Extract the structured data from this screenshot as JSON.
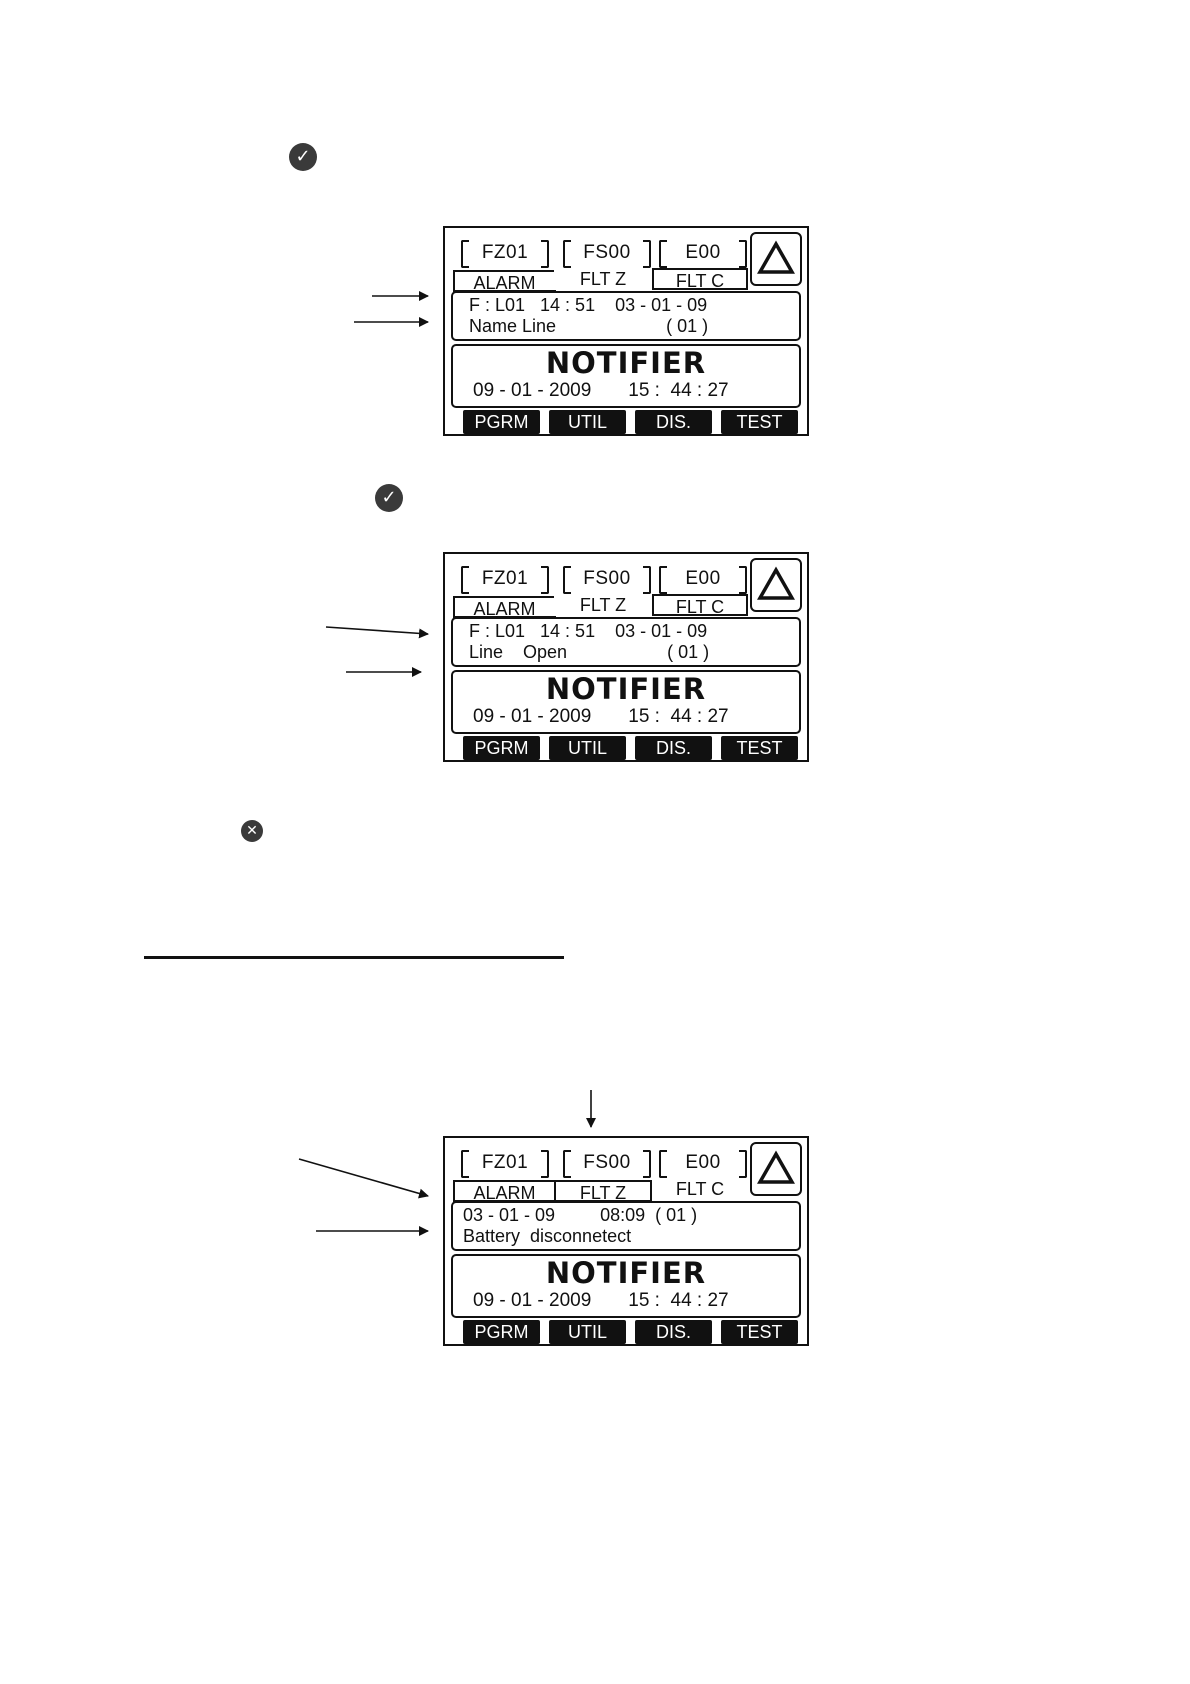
{
  "icons": {
    "check_icon_1": "check-icon",
    "check_icon_2": "check-icon",
    "cross_icon": "cross-icon"
  },
  "screens": [
    {
      "counters": [
        "FZ01",
        "FS00",
        "E00"
      ],
      "tabs": [
        "ALARM",
        "FLT  Z",
        "FLT  C"
      ],
      "info_line1": "F : L01   14 : 51    03 - 01 - 09",
      "info_line2": "Name Line                      ( 01 )",
      "brand": "NOTIFIER",
      "clock": "09 - 01 - 2009       15 :  44 : 27",
      "softkeys": [
        "PGRM",
        "UTIL",
        "DIS.",
        "TEST"
      ]
    },
    {
      "counters": [
        "FZ01",
        "FS00",
        "E00"
      ],
      "tabs": [
        "ALARM",
        "FLT  Z",
        "FLT  C"
      ],
      "info_line1": "F : L01   14 : 51    03 - 01 - 09",
      "info_line2": "Line    Open                    ( 01 )",
      "brand": "NOTIFIER",
      "clock": "09 - 01 - 2009       15 :  44 : 27",
      "softkeys": [
        "PGRM",
        "UTIL",
        "DIS.",
        "TEST"
      ]
    },
    {
      "counters": [
        "FZ01",
        "FS00",
        "E00"
      ],
      "tabs": [
        "ALARM",
        "FLT  Z",
        "FLT  C"
      ],
      "info_line1": "03 - 01 - 09         08:09  ( 01 )",
      "info_line2": "Battery  disconnetect",
      "brand": "NOTIFIER",
      "clock": "09 - 01 - 2009       15 :  44 : 27",
      "softkeys": [
        "PGRM",
        "UTIL",
        "DIS.",
        "TEST"
      ]
    }
  ]
}
